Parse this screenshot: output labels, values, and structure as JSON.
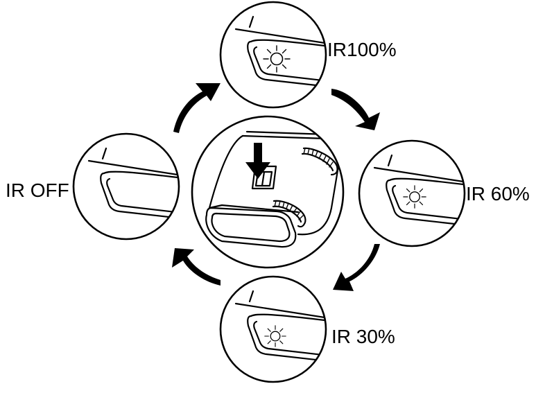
{
  "labels": {
    "ir100": "IR100%",
    "ir60": "IR 60%",
    "ir30": "IR 30%",
    "iroff": "IR OFF"
  },
  "colors": {
    "ink": "#000000",
    "paper": "#ffffff"
  },
  "icons": [
    "sun-icon",
    "down-arrow-icon",
    "curved-arrow-icon",
    "knurled-dial-icon"
  ]
}
